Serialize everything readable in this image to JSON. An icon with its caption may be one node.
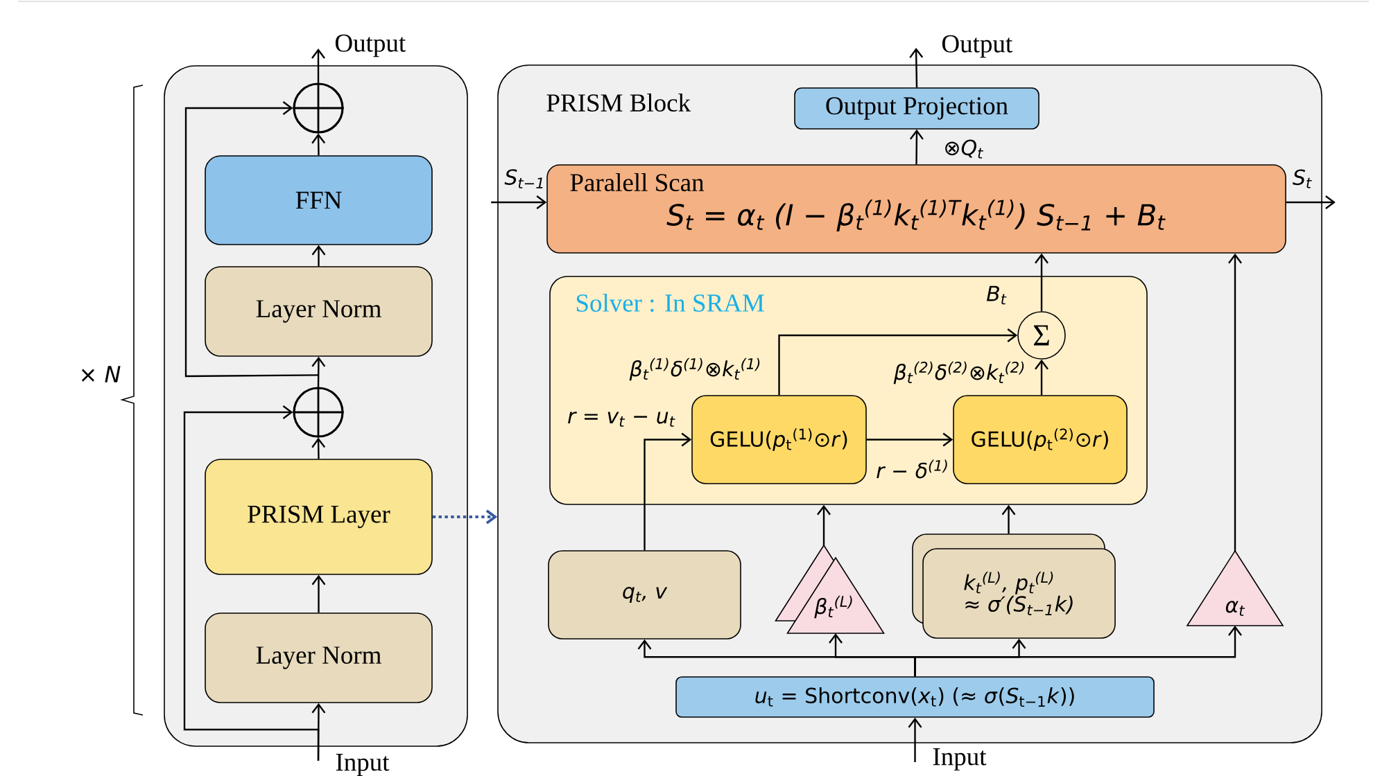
{
  "diagram": {
    "nodes": [
      {
        "text": [
          "Output"
        ]
      },
      {
        "text": [],
        "shape": "box"
      },
      {
        "text": [],
        "shape": "circle",
        "in": 1
      },
      {
        "text": [
          "FFN"
        ],
        "in": 1
      },
      {
        "text": [
          "Layer Norm"
        ],
        "in": 1
      },
      {
        "text": [],
        "shape": "circle",
        "in": 1
      },
      {
        "text": [
          "PRISM Layer"
        ],
        "in": 1
      },
      {
        "text": [
          "Layer Norm"
        ],
        "in": 1
      },
      {
        "text": [
          "Input"
        ]
      },
      {
        "text": [
          "Output"
        ]
      },
      {
        "text": [
          "PRISM Block"
        ]
      },
      {
        "text": [
          "Output Projection"
        ],
        "in": 10
      },
      {
        "text": [
          "Paralell Scan",
          "S$_{t}$ = α$_{t}$ (I − β$_{t}$$^{(1)}$k$_{t}$$^{(1)T}$k$_{t}$$^{(1)}$) S$_{t−1}$ + B$_{t}$"
        ],
        "in": 10
      },
      {
        "text": [
          "Solver : In SRAM"
        ],
        "in": 10
      },
      {
        "text": [
          "Σ"
        ],
        "in": 13
      },
      {
        "text": [
          "GELU(*p*$_{t}$$^{(1)}$⊙*r*)"
        ],
        "in": 13
      },
      {
        "text": [
          "GELU(*p*$_{t}$$^{(2)}$⊙*r*)"
        ],
        "in": 13
      },
      {
        "text": [
          "q$_{t}$, v"
        ],
        "in": 10
      },
      {
        "text": [
          "β$_{t}$$^{(L)}$"
        ],
        "in": 10
      },
      {
        "text": [
          "k$_{t}$$^{(L)}$, p$_{t}$$^{(L)}$",
          "≈ σ′(S$_{t−1}$k)"
        ],
        "in": 10
      },
      {
        "text": [
          "α$_{t}$"
        ],
        "in": 10
      },
      {
        "text": [
          "*u*$_{t}$ = Shortconv(*x*$_{t}$) (≈ *σ*(*S*$_{t−1}$*k*))"
        ],
        "in": 10
      },
      {
        "text": [
          "Input"
        ]
      }
    ],
    "edges": [
      {
        "from": 2,
        "to": 0,
        "arrow": "to"
      },
      {
        "from": 3,
        "to": 2,
        "arrow": "to"
      },
      {
        "from": 4,
        "to": 3,
        "arrow": "to"
      },
      {
        "from": 5,
        "to": 4,
        "arrow": "to"
      },
      {
        "from": 5,
        "to": 2,
        "arrow": "to"
      },
      {
        "from": 6,
        "to": 5,
        "arrow": "to"
      },
      {
        "from": 7,
        "to": 6,
        "arrow": "to"
      },
      {
        "from": 8,
        "to": 7,
        "arrow": "to"
      },
      {
        "from": 8,
        "to": 5,
        "arrow": "to"
      },
      {
        "from": 6,
        "to": 10,
        "arrow": "to",
        "style": "dashed",
        "color": "#3a5ba0"
      },
      {
        "from": 11,
        "to": 9,
        "arrow": "to"
      },
      {
        "from": 12,
        "to": 11,
        "arrow": "to",
        "label": "⊗Q$_{t}$"
      },
      {
        "from": null,
        "to": 12,
        "arrow": "to",
        "label": "S$_{t−1}$"
      },
      {
        "from": 12,
        "to": null,
        "arrow": "to",
        "label": "S$_{t}$"
      },
      {
        "from": 14,
        "to": 12,
        "arrow": "to",
        "label": "B$_{t}$"
      },
      {
        "from": 15,
        "to": 14,
        "arrow": "to",
        "label": "β$_{t}$$^{(1)}$δ$^{(1)}$⊗k$_{t}$$^{(1)}$"
      },
      {
        "from": 16,
        "to": 14,
        "arrow": "to",
        "label": "β$_{t}$$^{(2)}$δ$^{(2)}$⊗k$_{t}$$^{(2)}$"
      },
      {
        "from": 15,
        "to": 16,
        "arrow": "to",
        "label": "r − δ$^{(1)}$"
      },
      {
        "from": 17,
        "to": 15,
        "arrow": "to",
        "label": "r = v$_{t}$ − u$_{t}$"
      },
      {
        "from": 18,
        "to": 13,
        "arrow": "to"
      },
      {
        "from": 19,
        "to": 13,
        "arrow": "to"
      },
      {
        "from": 20,
        "to": 12,
        "arrow": "to"
      },
      {
        "from": 21,
        "to": 17,
        "arrow": "to"
      },
      {
        "from": 21,
        "to": 18,
        "arrow": "to"
      },
      {
        "from": 21,
        "to": 19,
        "arrow": "to"
      },
      {
        "from": 21,
        "to": 20,
        "arrow": "to"
      },
      {
        "from": 22,
        "to": 21,
        "arrow": "to"
      }
    ],
    "labels": [
      "× N"
    ]
  }
}
